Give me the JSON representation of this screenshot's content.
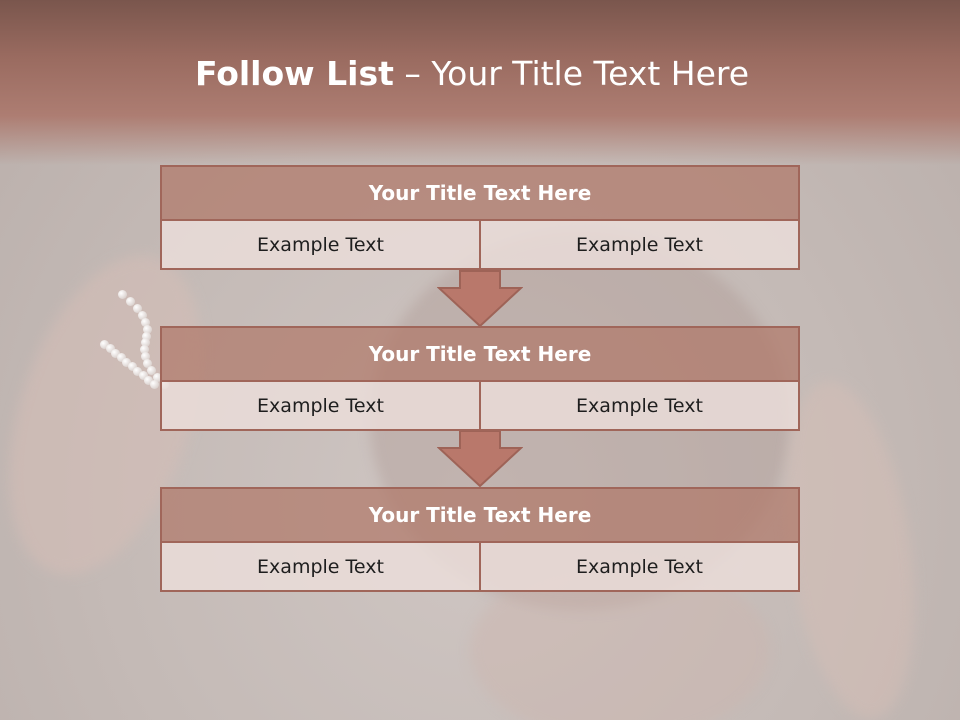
{
  "slide": {
    "title_bold": "Follow List",
    "title_rest": " – Your Title Text Here"
  },
  "blocks": [
    {
      "title": "Your Title Text Here",
      "left": "Example Text",
      "right": "Example Text"
    },
    {
      "title": "Your Title Text Here",
      "left": "Example Text",
      "right": "Example Text"
    },
    {
      "title": "Your Title Text Here",
      "left": "Example Text",
      "right": "Example Text"
    }
  ],
  "colors": {
    "band": "#9a6b60",
    "header_fill": "#b0786a",
    "border": "#a0665a",
    "cell_fill": "#ecdedb",
    "arrow_fill": "#b9786b"
  }
}
